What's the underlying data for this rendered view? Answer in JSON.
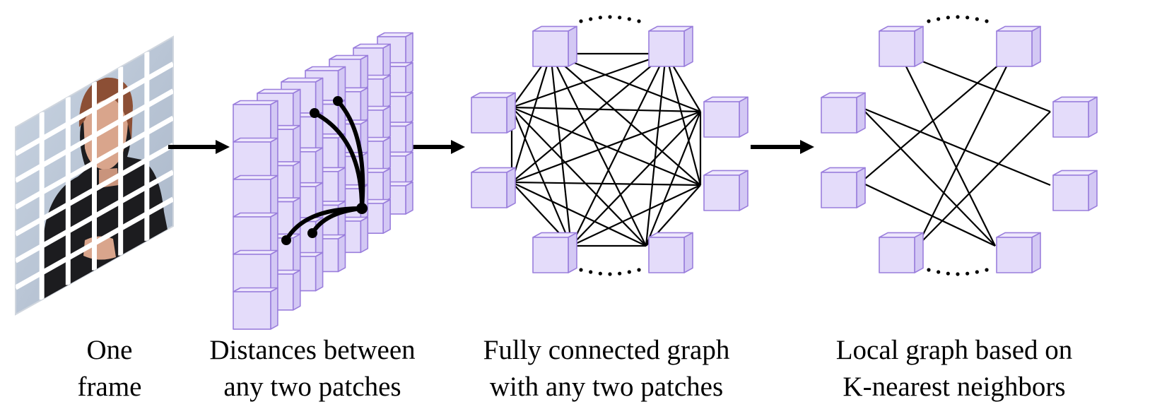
{
  "colors": {
    "cube_front": "#E4DCFA",
    "cube_top": "#EEE8FC",
    "cube_side": "#D3C8F4",
    "cube_edge": "#9A7EDC",
    "line": "#000000",
    "frame_bg": "#BCC7D6",
    "frame_grid": "#FFFFFF"
  },
  "captions": [
    {
      "line1": "One",
      "line2": "frame"
    },
    {
      "line1": "Distances between",
      "line2": "any two patches"
    },
    {
      "line1": "Fully connected graph",
      "line2": "with any two patches"
    },
    {
      "line1": "Local graph based on",
      "line2": "K-nearest neighbors"
    }
  ],
  "icons": {
    "frame": "video-frame-image",
    "patch": "cube-patch-icon",
    "arrow": "right-arrow-icon"
  }
}
